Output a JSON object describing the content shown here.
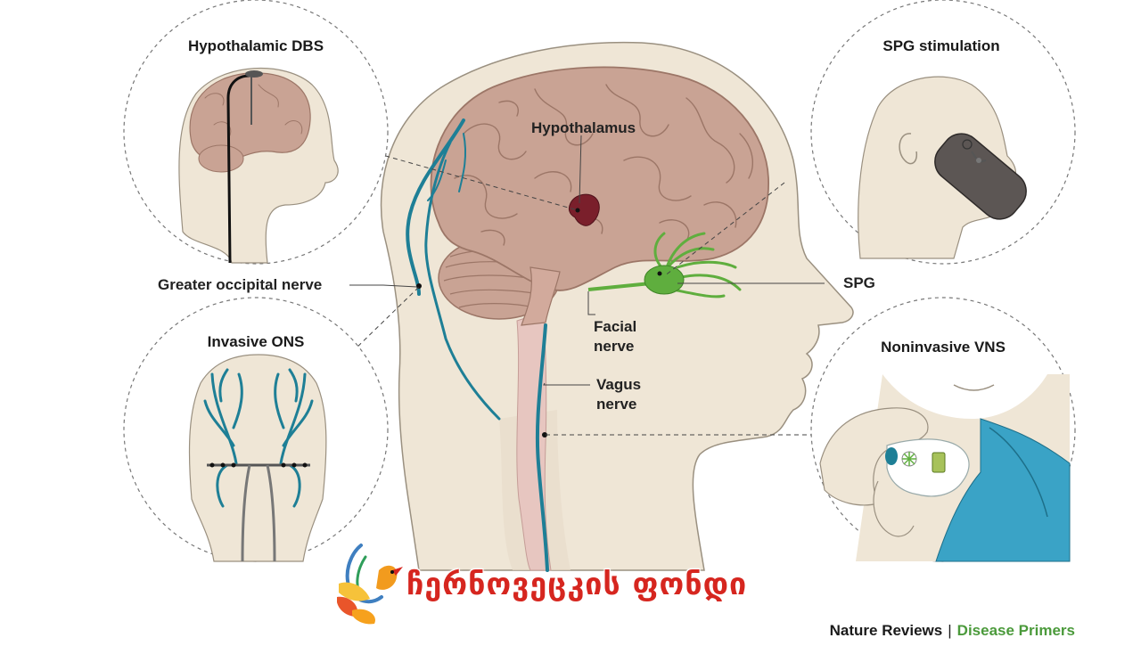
{
  "labels": {
    "hypothalamus": "Hypothalamus",
    "greater_occipital_nerve": "Greater occipital nerve",
    "spg": "SPG",
    "facial_nerve_line1": "Facial",
    "facial_nerve_line2": "nerve",
    "vagus_nerve_line1": "Vagus",
    "vagus_nerve_line2": "nerve"
  },
  "panels": {
    "hypothalamic_dbs": "Hypothalamic DBS",
    "spg_stimulation": "SPG stimulation",
    "invasive_ons": "Invasive ONS",
    "noninvasive_vns": "Noninvasive VNS"
  },
  "watermark": {
    "text": "ჩერნოვეცკის ფონდი"
  },
  "credit": {
    "journal": "Nature Reviews",
    "separator": "|",
    "series": "Disease Primers"
  },
  "colors": {
    "skin": "#efe6d6",
    "skin_outline": "#9a9080",
    "brain": "#c9a394",
    "brain_outline": "#9c7667",
    "nerve_teal": "#1e7f96",
    "spg_green": "#5fae3e",
    "hypothalamus_red": "#7a1f2b",
    "brand_red": "#d6261f",
    "series_green": "#4b9a3b"
  }
}
